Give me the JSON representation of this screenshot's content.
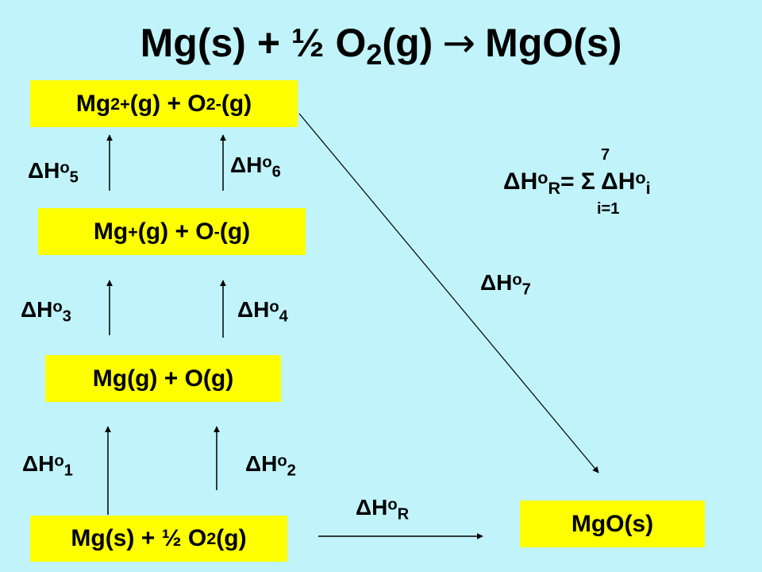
{
  "title": {
    "left": "Mg(s) + ½ O",
    "sub": "2",
    "mid": "(g)",
    "arrow": "→",
    "right": "MgO(s)"
  },
  "boxes": {
    "mg2_o2": {
      "a": "Mg",
      "a_sup": "2+",
      "b": "(g) + O",
      "b_sup": "2-",
      "c": "(g)"
    },
    "mg1_o1": {
      "a": "Mg",
      "a_sup": "+",
      "b": "(g) + O",
      "b_sup": "-",
      "c": "(g)"
    },
    "mg_o_gas": {
      "text": "Mg(g) + O(g)"
    },
    "reactants": {
      "a": "Mg(s) + ½ O",
      "sub": "2",
      "b": "(g)"
    },
    "product": {
      "text": "MgO(s)"
    }
  },
  "labels": {
    "base": "ΔH",
    "deg": "o",
    "h1": "1",
    "h2": "2",
    "h3": "3",
    "h4": "4",
    "h5": "5",
    "h6": "6",
    "h7": "7",
    "hR": "R"
  },
  "formula": {
    "lhs_sub": "R",
    "eq_sigma": "= Σ ΔH",
    "rhs_sub": "i",
    "upper": "7",
    "lower": "i=1"
  },
  "colors": {
    "background": "#c0f4fa",
    "box": "#ffff00",
    "ink": "#000000"
  }
}
